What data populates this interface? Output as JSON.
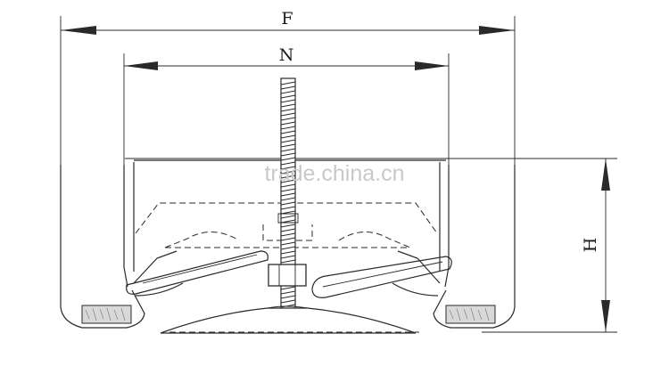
{
  "drawing": {
    "dimensions": {
      "overall_width_label": "F",
      "neck_width_label": "N",
      "height_label": "H"
    },
    "watermark": "trade.china.cn",
    "colors": {
      "line": "#2a2a2a",
      "watermark": "#c9c9c9",
      "gasket_fill": "#d8d8d8"
    }
  }
}
